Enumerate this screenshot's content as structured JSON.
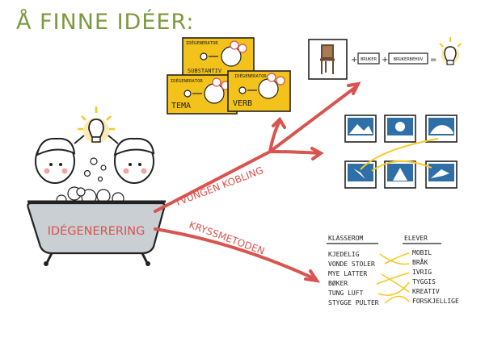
{
  "title": "Å FINNE IDÉER:",
  "center": {
    "label": "IDÉGENERERING"
  },
  "branches": {
    "tvungen": "TVUNGEN KOBLING",
    "kryss": "KRYSSMETODEN"
  },
  "cards": [
    {
      "top": "IDÉGENERATOR",
      "word": "SUBSTANTIV"
    },
    {
      "top": "IDÉGENERATOR",
      "word": "TEMA"
    },
    {
      "top": "IDÉGENERATOR",
      "word": "VERB"
    }
  ],
  "equation": {
    "plus1": "+",
    "bruker": "BRUKER",
    "plus2": "+",
    "brukerbehov": "BRUKERBEHOV",
    "equals": "="
  },
  "kryss": {
    "left_header": "KLASSEROM",
    "right_header": "ELEVER",
    "left_items": [
      "KJEDELIG",
      "VONDE STOLER",
      "MYE LATTER",
      "BØKER",
      "TUNG LUFT",
      "STYGGE PULTER"
    ],
    "right_items": [
      "MOBIL",
      "BRÅK",
      "IVRIG",
      "TYGGIS",
      "KREATIV",
      "FORSKJELLIGE"
    ]
  },
  "colors": {
    "accent_red": "#d9534f",
    "title_green": "#7c9a41",
    "card_yellow": "#f3c21b",
    "photo_blue": "#2f6fa8",
    "highlight_yellow": "#f6c924",
    "tub_gray": "#c9cfd3"
  }
}
